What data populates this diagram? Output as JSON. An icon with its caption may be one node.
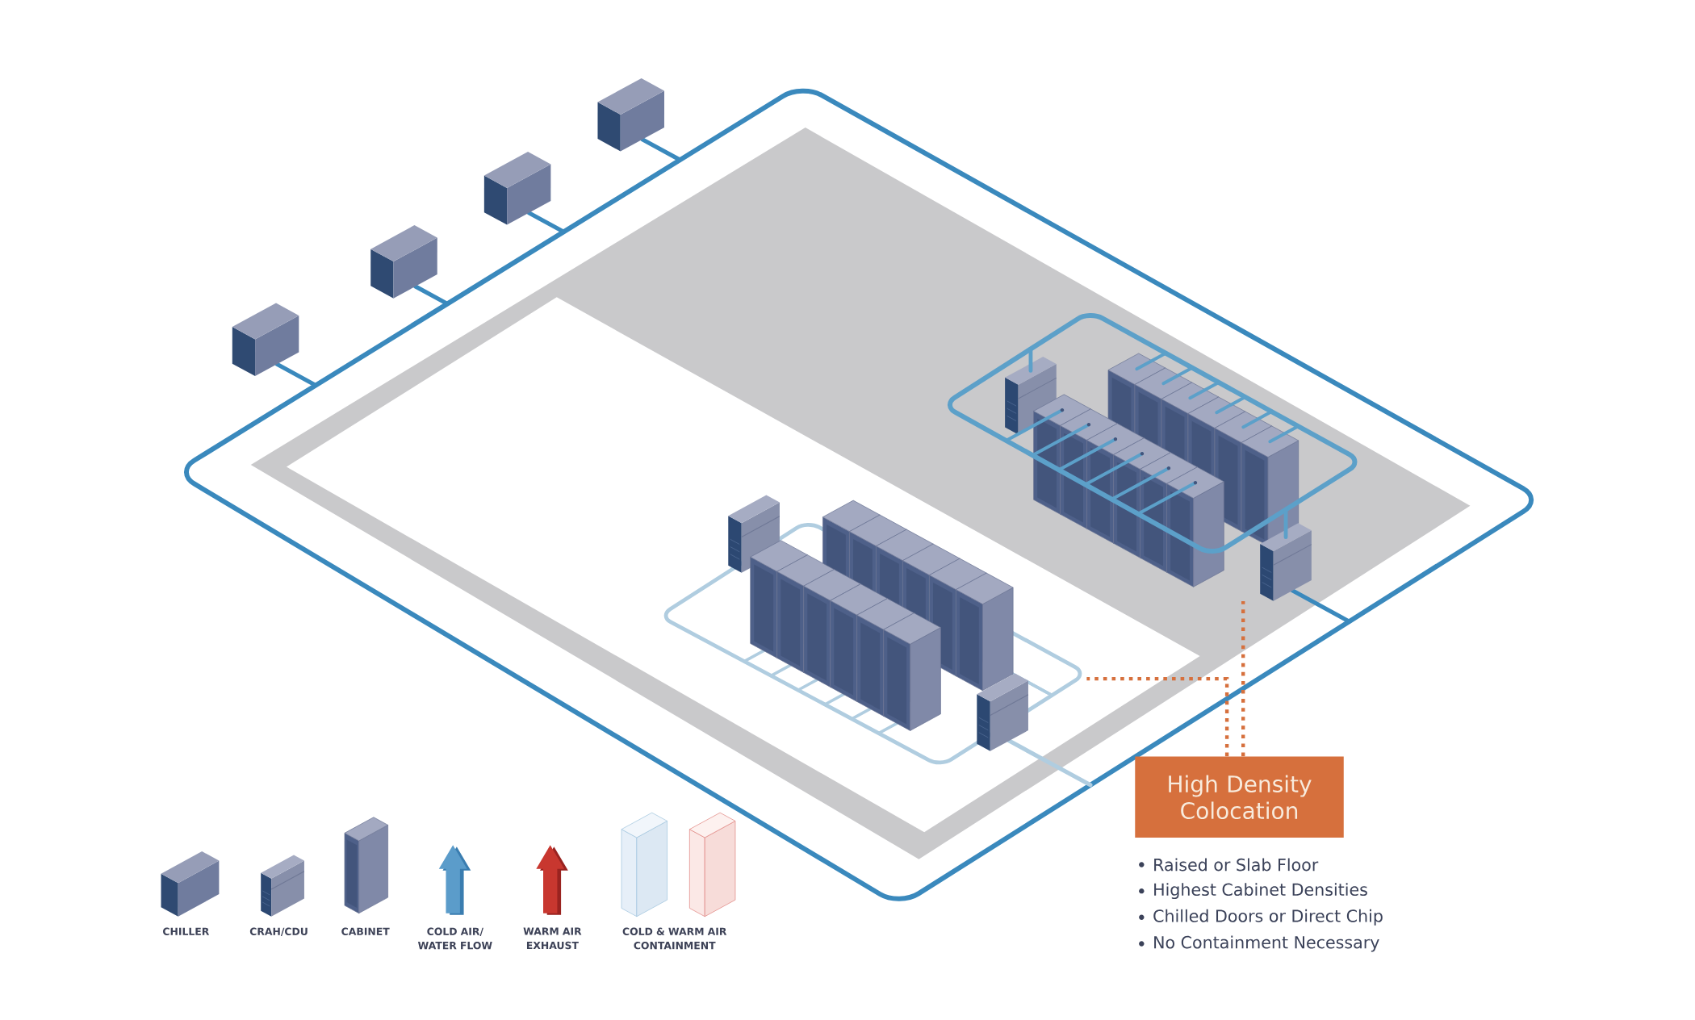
{
  "diagram": {
    "nodes": [
      {
        "text": [
          "High Density Colocation"
        ],
        "beside": [
          "Raised or Slab Floor",
          "Highest Cabinet Densities",
          "Chilled Doors or Direct Chip",
          "No Containment Necessary"
        ]
      },
      {
        "text": [],
        "shape": "picture"
      },
      {
        "text": [],
        "shape": "picture"
      }
    ],
    "edges": [
      {
        "from": 0,
        "to": 1,
        "arrow": "none",
        "style": "dashed",
        "color": "#d6703d"
      },
      {
        "from": 0,
        "to": 2,
        "arrow": "none",
        "style": "dashed",
        "color": "#d6703d"
      }
    ],
    "legend": [
      {
        "text": "CHILLER"
      },
      {
        "text": "CRAH/CDU"
      },
      {
        "text": "CABINET"
      },
      {
        "text": "COLD AIR/ WATER FLOW"
      },
      {
        "text": "WARM AIR EXHAUST"
      },
      {
        "text": "COLD & WARM AIR CONTAINMENT"
      }
    ]
  }
}
